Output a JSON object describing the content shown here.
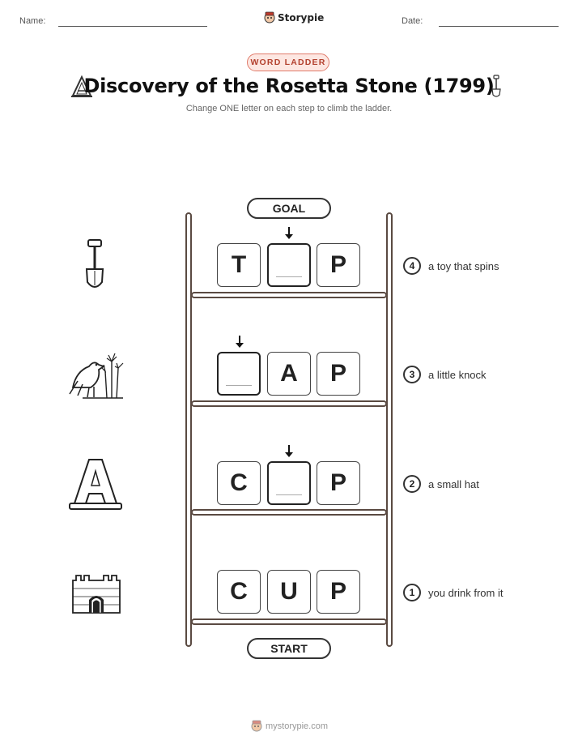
{
  "header": {
    "name_label": "Name:",
    "date_label": "Date:",
    "brand": "Storypie"
  },
  "badge": "WORD LADDER",
  "title": "Discovery of the Rosetta Stone (1799)",
  "subtitle": "Change ONE letter on each step to climb the ladder.",
  "ladder": {
    "goal_label": "GOAL",
    "start_label": "START",
    "steps": [
      {
        "num": "4",
        "clue": "a toy that spins",
        "tiles": [
          "T",
          "",
          "P"
        ],
        "icon": "shovel-icon"
      },
      {
        "num": "3",
        "clue": "a little knock",
        "tiles": [
          "",
          "A",
          "P"
        ],
        "icon": "bird-papyrus-icon"
      },
      {
        "num": "2",
        "clue": "a small hat",
        "tiles": [
          "C",
          "",
          "P"
        ],
        "icon": "letter-a-icon"
      },
      {
        "num": "1",
        "clue": "you drink from it",
        "tiles": [
          "C",
          "U",
          "P"
        ],
        "icon": "castle-icon"
      }
    ]
  },
  "footer": "mystorypie.com",
  "colors": {
    "badge_border": "#e07b6a",
    "badge_bg": "#fde7e2",
    "badge_text": "#b3412f",
    "ladder": "#5a4a42"
  }
}
